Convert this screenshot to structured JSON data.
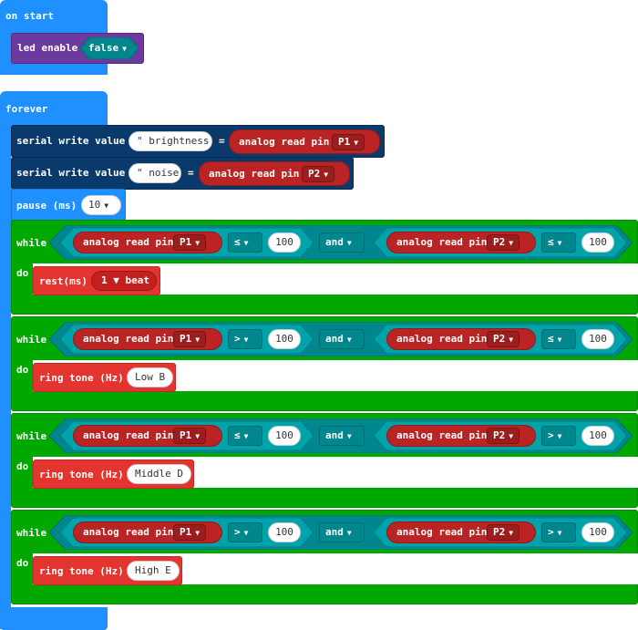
{
  "on_start": {
    "hat_label": "on start",
    "block_label": "led enable",
    "dropdown_value": "false"
  },
  "forever": {
    "hat_label": "forever",
    "serial1": {
      "label": "serial write value",
      "name": "brightness",
      "eq": "=",
      "func": "analog read pin",
      "pin": "P1"
    },
    "serial2": {
      "label": "serial write value",
      "name": "noise",
      "eq": "=",
      "func": "analog read pin",
      "pin": "P2"
    },
    "pause": {
      "label": "pause (ms)",
      "value": "10"
    },
    "loops": [
      {
        "while": "while",
        "do": "do",
        "left_func": "analog read pin",
        "left_pin": "P1",
        "left_op": "≤",
        "left_val": "100",
        "and": "and",
        "right_func": "analog read pin",
        "right_pin": "P2",
        "right_op": "≤",
        "right_val": "100",
        "action_label": "rest(ms)",
        "action_value": "1 ▼ beat"
      },
      {
        "while": "while",
        "do": "do",
        "left_func": "analog read pin",
        "left_pin": "P1",
        "left_op": ">",
        "left_val": "100",
        "and": "and",
        "right_func": "analog read pin",
        "right_pin": "P2",
        "right_op": "≤",
        "right_val": "100",
        "action_label": "ring tone (Hz)",
        "action_value": "Low B"
      },
      {
        "while": "while",
        "do": "do",
        "left_func": "analog read pin",
        "left_pin": "P1",
        "left_op": "≤",
        "left_val": "100",
        "and": "and",
        "right_func": "analog read pin",
        "right_pin": "P2",
        "right_op": ">",
        "right_val": "100",
        "action_label": "ring tone (Hz)",
        "action_value": "Middle D"
      },
      {
        "while": "while",
        "do": "do",
        "left_func": "analog read pin",
        "left_pin": "P1",
        "left_op": ">",
        "left_val": "100",
        "and": "and",
        "right_func": "analog read pin",
        "right_pin": "P2",
        "right_op": ">",
        "right_val": "100",
        "action_label": "ring tone (Hz)",
        "action_value": "High E"
      }
    ]
  },
  "colors": {
    "events": "#1e90ff",
    "serial": "#0a3a6b",
    "led": "#6c3a9e",
    "loops": "#00a800",
    "pins": "#ba2424",
    "logic": "#00878d",
    "music": "#e3342f"
  }
}
